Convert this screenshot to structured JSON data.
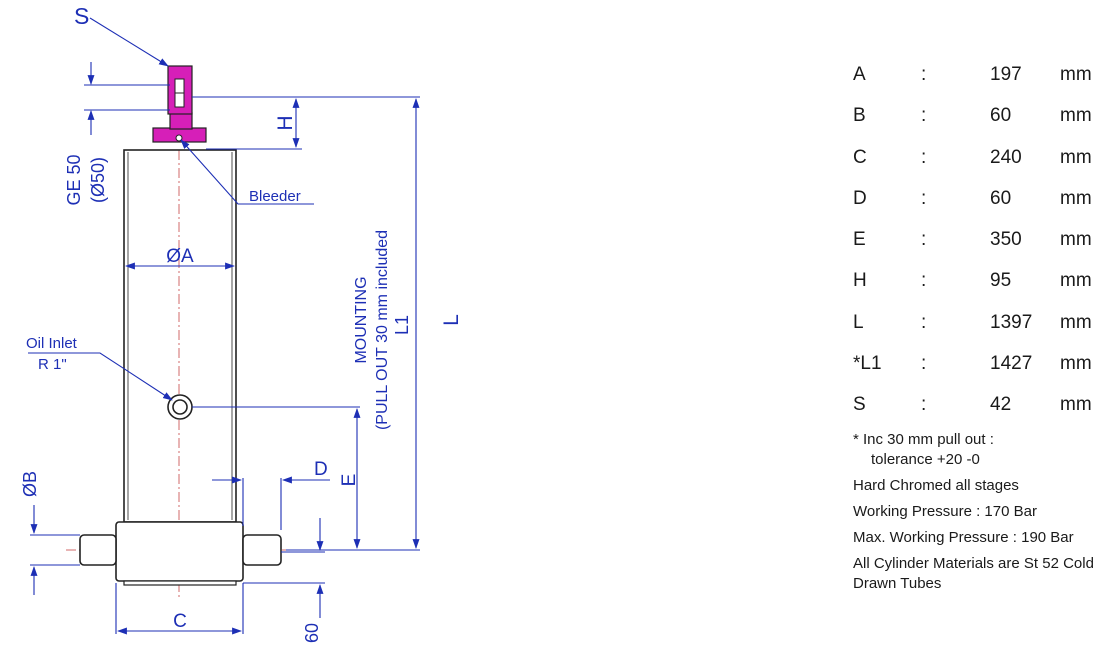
{
  "drawing": {
    "labels": {
      "s": "S",
      "h": "H",
      "ge50_line1": "GE 50",
      "ge50_line2": "(Ø50)",
      "bleeder": "Bleeder",
      "diameter_a": "ØA",
      "oil_inlet_line1": "Oil Inlet",
      "oil_inlet_line2": "R 1\"",
      "mounting_line1": "MOUNTING",
      "mounting_line2": "(PULL OUT 30 mm included",
      "l1": "L1",
      "l": "L",
      "e": "E",
      "d": "D",
      "diameter_b": "ØB",
      "c": "C",
      "sixty": "60"
    },
    "colors": {
      "dimension": "#1d2fb5",
      "outline": "#222222",
      "head": "#d61fb8",
      "centerline": "#d06a6a"
    }
  },
  "specs": [
    {
      "key": "A",
      "colon": ":",
      "value": "197",
      "unit": "mm"
    },
    {
      "key": "B",
      "colon": ":",
      "value": "60",
      "unit": "mm"
    },
    {
      "key": "C",
      "colon": ":",
      "value": "240",
      "unit": "mm"
    },
    {
      "key": "D",
      "colon": ":",
      "value": "60",
      "unit": "mm"
    },
    {
      "key": "E",
      "colon": ":",
      "value": "350",
      "unit": "mm"
    },
    {
      "key": "H",
      "colon": ":",
      "value": "95",
      "unit": "mm"
    },
    {
      "key": "L",
      "colon": ":",
      "value": "1397",
      "unit": "mm"
    },
    {
      "key": "*L1",
      "colon": ":",
      "value": "1427",
      "unit": "mm"
    },
    {
      "key": "S",
      "colon": ":",
      "value": "42",
      "unit": "mm"
    }
  ],
  "notes": {
    "pullout_line1": "* Inc 30 mm pull out :",
    "pullout_line2": "tolerance +20 -0",
    "chromed": "Hard Chromed all stages",
    "working_pressure": "Working Pressure : 170 Bar",
    "max_pressure": "Max. Working Pressure : 190 Bar",
    "materials": "All Cylinder Materials are St 52 Cold Drawn Tubes"
  }
}
